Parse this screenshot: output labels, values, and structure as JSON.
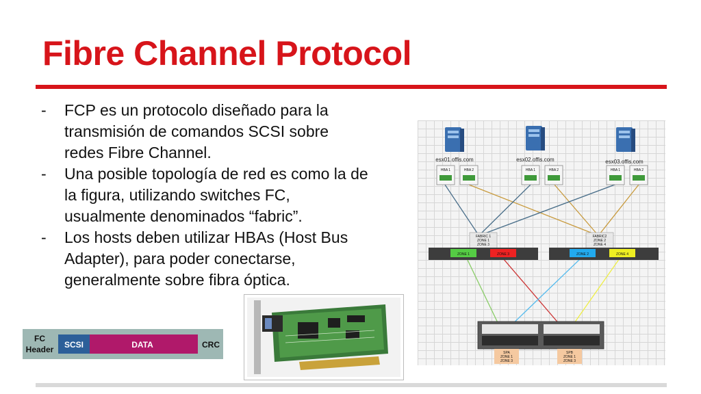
{
  "slide": {
    "title": "Fibre Channel Protocol",
    "accent_color": "#d7141a"
  },
  "bullets": [
    {
      "marker": "-",
      "lines": [
        "FCP es un protocolo diseñado para la",
        "transmisión de comandos SCSI sobre",
        "redes Fibre Channel."
      ]
    },
    {
      "marker": "-",
      "lines": [
        "Una posible topología de red es como la de",
        "la figura, utilizando switches FC,",
        "usualmente denominados “fabric”."
      ]
    },
    {
      "marker": "-",
      "lines": [
        "Los hosts deben utilizar HBAs (Host Bus",
        "Adapter), para poder conectarse,",
        "generalmente sobre fibra óptica."
      ]
    }
  ],
  "topology": {
    "hosts": [
      {
        "name": "esx01.offis.com",
        "hba": [
          "HBA 1",
          "HBA 2"
        ]
      },
      {
        "name": "esx02.offis.com",
        "hba": [
          "HBA 1",
          "HBA 2"
        ]
      },
      {
        "name": "esx03.offis.com",
        "hba": [
          "HBA 1",
          "HBA 2"
        ]
      }
    ],
    "switches": [
      {
        "label_lines": [
          "FABRIC 1",
          "ZONE 1",
          "ZONE 3"
        ],
        "ports": [
          "ZONE 1",
          "ZONE 3"
        ],
        "port_colors": [
          "#55cc44",
          "#ee2222"
        ]
      },
      {
        "label_lines": [
          "FABRIC2",
          "ZONE 2",
          "ZONE 4"
        ],
        "ports": [
          "ZONE 2",
          "ZONE 4"
        ],
        "port_colors": [
          "#22aaee",
          "#eeee22"
        ]
      }
    ],
    "storage": [
      {
        "label_lines": [
          "SPA",
          "ZONE 1",
          "ZONE 3"
        ]
      },
      {
        "label_lines": [
          "SPB",
          "ZONE 1",
          "ZONE 3"
        ]
      }
    ],
    "link_colors": {
      "fabric1": "#4a6f8a",
      "fabric2": "#c89a3c"
    }
  },
  "frame": {
    "header_label_lines": [
      "FC",
      "Header"
    ],
    "scsi_label": "SCSI",
    "data_label": "DATA",
    "crc_label": "CRC",
    "colors": {
      "background": "#9eb8b4",
      "scsi": "#2c5f99",
      "data": "#b0196a"
    }
  }
}
